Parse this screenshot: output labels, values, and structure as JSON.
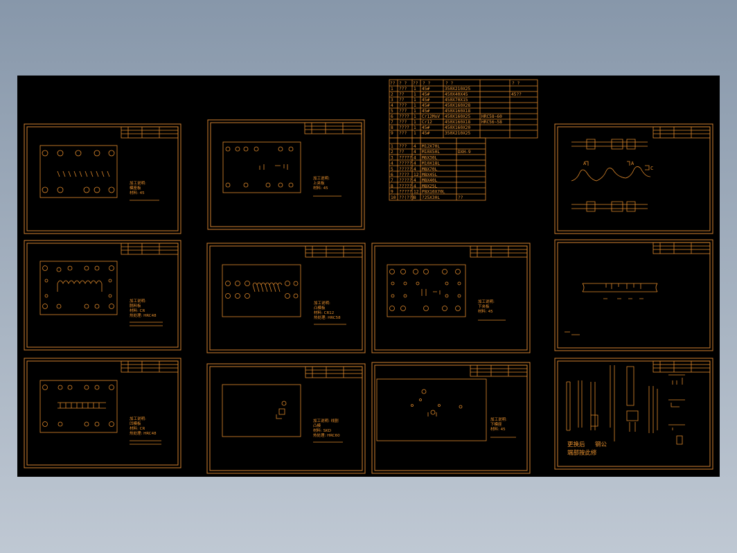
{
  "bom_top": {
    "header": [
      "??",
      "? ?",
      "??",
      "? ?",
      "? ?",
      "? ?"
    ],
    "rows": [
      [
        "1",
        "???",
        "1",
        "45#",
        "350X210X25",
        "",
        ""
      ],
      [
        "2",
        "??",
        "1",
        "45#",
        "450X40X45",
        "",
        "45??"
      ],
      [
        "3",
        "??",
        "1",
        "45#",
        "450X70X15",
        "",
        ""
      ],
      [
        "4",
        "???",
        "1",
        "45#",
        "450X160X28",
        "",
        ""
      ],
      [
        "5",
        "???",
        "1",
        "45#",
        "450X160X18",
        "",
        ""
      ],
      [
        "6",
        "????",
        "1",
        "Cr12MoV",
        "450X160X25",
        "HRC58~60",
        ""
      ],
      [
        "7",
        "???",
        "1",
        "Cr12",
        "450X160X18",
        "HRC56~58",
        ""
      ],
      [
        "8",
        "????",
        "1",
        "45#",
        "450X160X20",
        "",
        ""
      ],
      [
        "9",
        "???",
        "1",
        "45#",
        "350X210X25",
        "",
        ""
      ]
    ]
  },
  "bom_bottom": {
    "header": [
      "??",
      "? ?",
      "??",
      "? ?",
      "? ?"
    ],
    "rows": [
      [
        "1",
        "???",
        "4",
        "M12X70L",
        ""
      ],
      [
        "2",
        "??",
        "4",
        "M10X50L",
        "DXH-9"
      ],
      [
        "3",
        "?????",
        "4",
        "M6X30L",
        ""
      ],
      [
        "4",
        "?????",
        "4",
        "M10X18L",
        ""
      ],
      [
        "5",
        "?????",
        "4",
        "M8X70L",
        ""
      ],
      [
        "6",
        "????",
        "12",
        "M8X45L",
        ""
      ],
      [
        "7",
        "?????",
        "4",
        "M8X40L",
        ""
      ],
      [
        "8",
        "?????",
        "4",
        "M8X25L",
        ""
      ],
      [
        "9",
        "?????",
        "12",
        "P8X10X70L",
        ""
      ],
      [
        "10",
        "??(??)",
        "8",
        "?25X30L",
        "??"
      ]
    ]
  },
  "sheets": {
    "r1c1": {
      "title": "加工说明:",
      "name": "模座板",
      "material": "材料: 45"
    },
    "r1c2": {
      "title": "加工说明:",
      "name": "上夹板",
      "material": "材料: 45"
    },
    "r2c1": {
      "title": "加工说明:",
      "name": "脱料板",
      "material": "材料: CR",
      "hardness": "热处理: HRC48"
    },
    "r2c2": {
      "title": "加工说明:",
      "name": "凸模板",
      "material": "材料: CR12",
      "hardness": "热处理: HRC58"
    },
    "r2c3": {
      "title": "加工说明:",
      "name": "下夹板",
      "material": "材料: 45"
    },
    "r3c1": {
      "title": "加工说明:",
      "name": "凹模板",
      "material": "材料: CR",
      "hardness": "热处理: HRC48"
    },
    "r3c2": {
      "title": "加工说明: 线割",
      "name": "凸模",
      "material": "材料: SKD",
      "hardness": "热处理: HRC60"
    },
    "r3c3": {
      "title": "加工说明:",
      "name": "下模座",
      "material": "材料: 45"
    }
  },
  "strip": {
    "labels": [
      "A",
      "A",
      "C"
    ]
  },
  "detail": {
    "note1": "更换后",
    "note2": "钢公",
    "note3": "端部按此修"
  }
}
